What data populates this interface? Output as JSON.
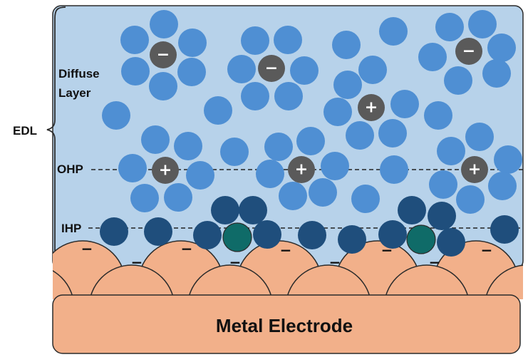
{
  "labels": {
    "edl": "EDL",
    "diffuse_line1": "Diffuse",
    "diffuse_line2": "Layer",
    "ohp": "OHP",
    "ihp": "IHP",
    "electrode": "Metal Electrode"
  },
  "signs": {
    "plus": "+",
    "minus": "−",
    "electrode_minus": "−"
  },
  "colors": {
    "solution": "#b7d2ea",
    "water": "#4f8fd3",
    "adsorbed_water": "#1f4e7c",
    "specific_ion": "#0f6b68",
    "ion": "#5a5a5a",
    "metal": "#f2b08a",
    "outline": "#2b2b2b"
  }
}
